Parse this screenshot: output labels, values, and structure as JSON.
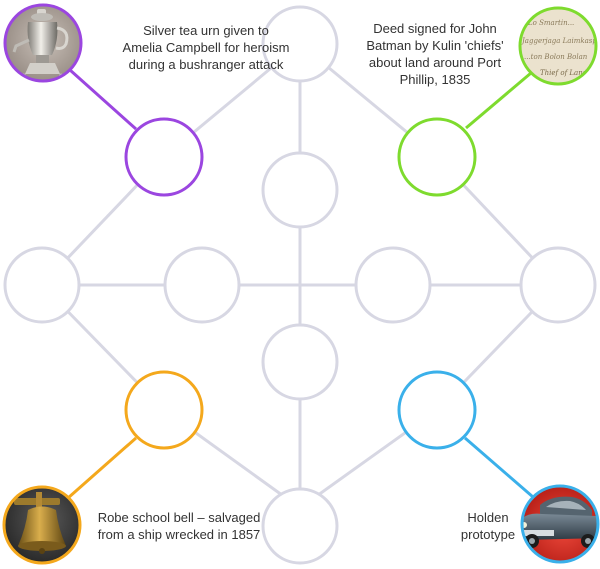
{
  "colors": {
    "node_gray": "#d7d7e3",
    "edge_gray": "#d7d7e3",
    "purple": "#9b46e0",
    "green": "#7edb2e",
    "orange": "#f4a81c",
    "blue": "#3ab0ea"
  },
  "captions": {
    "urn": [
      "Silver tea urn given to",
      "Amelia Campbell for heroism",
      "during a bushranger attack"
    ],
    "deed": [
      "Deed signed for John",
      "Batman by Kulin 'chiefs'",
      "about land around Port",
      "Phillip, 1835"
    ],
    "bell": [
      "Robe school bell – salvaged",
      "from a ship wrecked in 1857"
    ],
    "holden": [
      "Holden",
      "prototype"
    ]
  },
  "photos": {
    "urn": {
      "icon": "tea-urn-photo",
      "accent": "purple"
    },
    "deed": {
      "icon": "handwritten-deed-photo",
      "accent": "green"
    },
    "bell": {
      "icon": "brass-bell-photo",
      "accent": "orange"
    },
    "holden": {
      "icon": "vintage-car-photo",
      "accent": "blue"
    }
  },
  "deed_script": [
    "Lo Smartin...",
    "Jaggerjaga  Laimkaspa",
    "...ton Bolon Bolan",
    "Thief of Land"
  ]
}
